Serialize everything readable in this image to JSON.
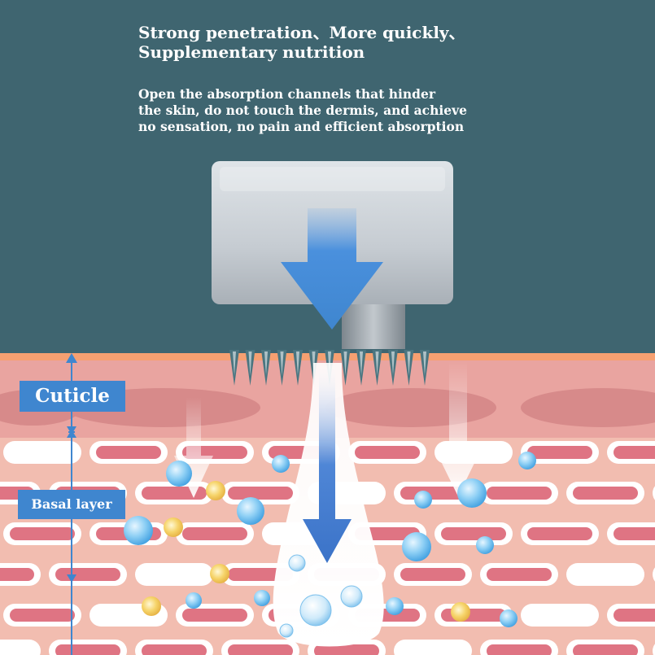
{
  "headline": {
    "line1": "Strong penetration、More quickly、",
    "line2": "Supplementary nutrition"
  },
  "description": {
    "line1": "Open the absorption channels that hinder",
    "line2": "the skin, do not touch the dermis, and achieve",
    "line3": "no sensation, no pain and efficient absorption"
  },
  "labels": {
    "cuticle": "Cuticle",
    "basal_layer": "Basal layer"
  },
  "colors": {
    "background": "#3f6570",
    "skin": "#f2b8aa",
    "arrow": "#3f86cf",
    "label": "#3f86cf"
  }
}
